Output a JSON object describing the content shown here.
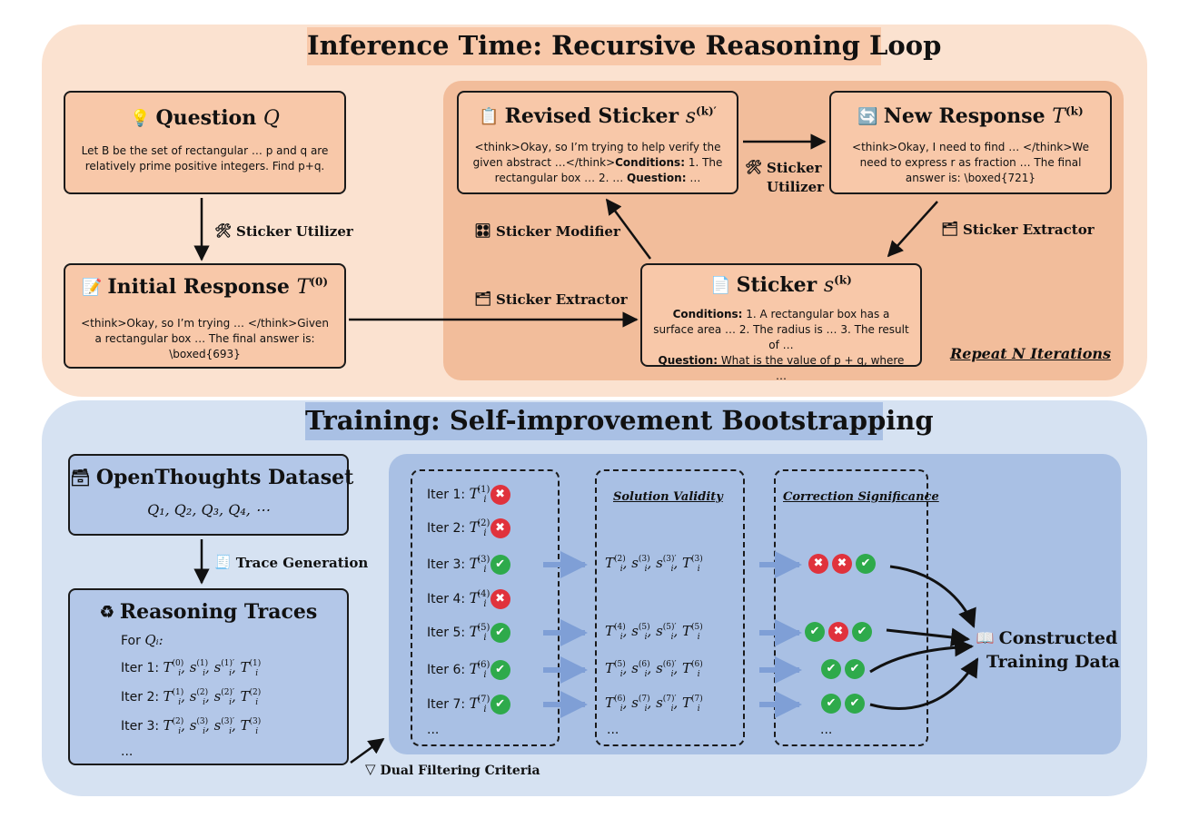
{
  "top_section": {
    "title": "Inference Time: Recursive Reasoning Loop",
    "question": {
      "title": "Question",
      "var": "Q",
      "body": "Let B be the set of rectangular … p and q are relatively prime positive integers. Find p+q.",
      "icon": "lightbulb-icon"
    },
    "initial_response": {
      "title": "Initial Response",
      "var": "T",
      "sup": "(0)",
      "body": "<think>Okay, so I’m trying … </think>Given a rectangular box … The final answer is: \\boxed{693}",
      "icon": "notepad-icon"
    },
    "revised_sticker": {
      "title": "Revised Sticker",
      "var": "s",
      "sup": "(k)′",
      "body_prefix": "<think>Okay, so I’m trying to help verify the given abstract …</think>",
      "body_bold1": "Conditions:",
      "body_mid": " 1. The rectangular box … 2. … ",
      "body_bold2": "Question:",
      "body_end": " …",
      "icon": "clipboard-search-icon"
    },
    "new_response": {
      "title": "New Response",
      "var": "T",
      "sup": "(k)",
      "body": "<think>Okay, I need to find … </think>We need to express r as fraction … The final answer is: \\boxed{721}",
      "icon": "refresh-icon"
    },
    "sticker": {
      "title": "Sticker",
      "var": "s",
      "sup": "(k)",
      "line1_bold": "Conditions:",
      "line1": " 1. A rectangular box has a surface area … 2. The radius is … 3. The result of …",
      "line2_bold": "Question:",
      "line2": " What is the value of p + q, where …",
      "icon": "document-icon"
    },
    "labels": {
      "sticker_utilizer_left": "Sticker Utilizer",
      "sticker_utilizer_right_1": "Sticker",
      "sticker_utilizer_right_2": "Utilizer",
      "sticker_modifier": "Sticker Modifier",
      "sticker_extractor_left": "Sticker Extractor",
      "sticker_extractor_right": "Sticker Extractor"
    },
    "repeat_note": "Repeat N Iterations"
  },
  "bottom_section": {
    "title": "Training: Self-improvement Bootstrapping",
    "dataset": {
      "title": "OpenThoughts Dataset",
      "items": "Q₁, Q₂, Q₃, Q₄, ⋯",
      "icon": "stack-icon"
    },
    "trace_generation": "Trace Generation",
    "reasoning_traces": {
      "title": "Reasoning Traces",
      "for_label": "For",
      "for_var": "Qᵢ:",
      "lines": [
        {
          "label": "Iter 1:",
          "a": "0",
          "b": "1",
          "c": "1",
          "d": "1"
        },
        {
          "label": "Iter 2:",
          "a": "1",
          "b": "2",
          "c": "2",
          "d": "2"
        },
        {
          "label": "Iter 3:",
          "a": "2",
          "b": "3",
          "c": "3",
          "d": "3"
        }
      ],
      "ellipsis": "...",
      "icon": "recycle-icon"
    },
    "iterations": [
      {
        "label": "Iter 1:",
        "sup": "(1)",
        "status": "wrong"
      },
      {
        "label": "Iter 2:",
        "sup": "(2)",
        "status": "wrong"
      },
      {
        "label": "Iter 3:",
        "sup": "(3)",
        "status": "correct"
      },
      {
        "label": "Iter 4:",
        "sup": "(4)",
        "status": "wrong"
      },
      {
        "label": "Iter 5:",
        "sup": "(5)",
        "status": "correct"
      },
      {
        "label": "Iter 6:",
        "sup": "(6)",
        "status": "correct"
      },
      {
        "label": "Iter 7:",
        "sup": "(7)",
        "status": "correct"
      }
    ],
    "iter_ellipsis": "...",
    "solution_validity": {
      "title": "Solution Validity",
      "rows": [
        {
          "a": "2",
          "b": "3",
          "c": "3",
          "d": "3"
        },
        {
          "a": "4",
          "b": "5",
          "c": "5",
          "d": "5"
        },
        {
          "a": "5",
          "b": "6",
          "c": "6",
          "d": "6"
        },
        {
          "a": "6",
          "b": "7",
          "c": "7",
          "d": "7"
        }
      ],
      "ellipsis": "..."
    },
    "correction_significance": {
      "title": "Correction Significance",
      "rows": [
        [
          "wrong",
          "wrong",
          "correct"
        ],
        [
          "correct",
          "wrong",
          "correct"
        ],
        [
          "correct",
          "correct"
        ],
        [
          "correct",
          "correct"
        ]
      ],
      "ellipsis": "..."
    },
    "constructed": {
      "line1": "Constructed",
      "line2": "Training Data",
      "icon": "book-icon"
    },
    "dual_filtering": "Dual Filtering Criteria"
  }
}
